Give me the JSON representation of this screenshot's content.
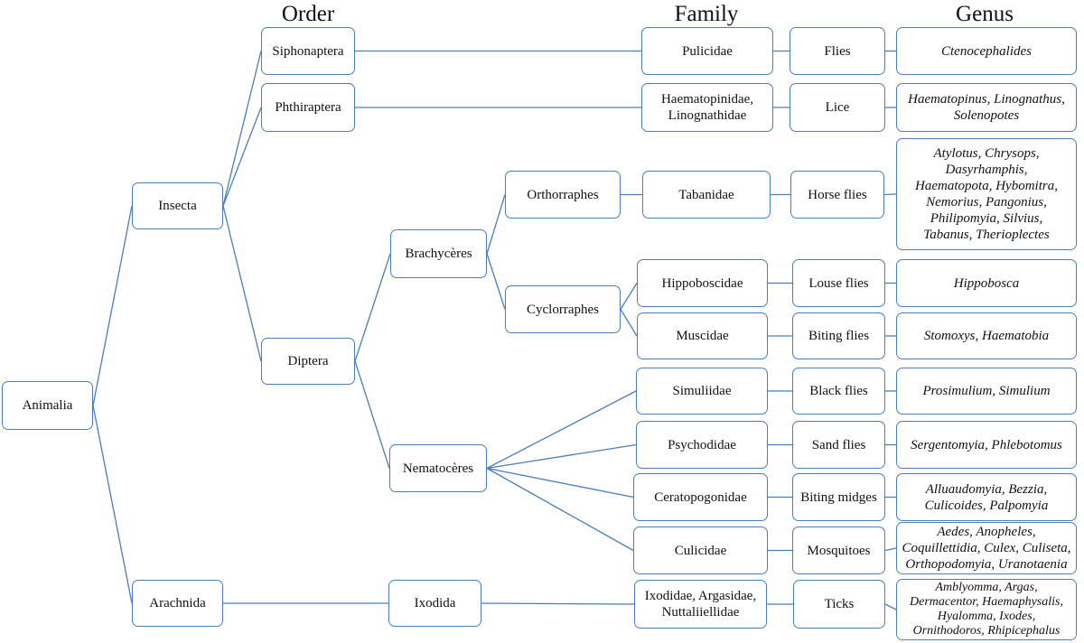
{
  "headers": {
    "order": "Order",
    "family": "Family",
    "genus": "Genus"
  },
  "nodes": {
    "animalia": "Animalia",
    "insecta": "Insecta",
    "arachnida": "Arachnida",
    "siphonaptera": "Siphonaptera",
    "phthiraptera": "Phthiraptera",
    "diptera": "Diptera",
    "ixodida": "Ixodida",
    "brachyceres": "Brachycères",
    "nematoceres": "Nematocères",
    "orthorraphes": "Orthorraphes",
    "cyclorraphes": "Cyclorraphes",
    "pulicidae": "Pulicidae",
    "haematopinidae": "Haematopinidae,\nLinognathidae",
    "tabanidae": "Tabanidae",
    "hippoboscidae": "Hippoboscidae",
    "muscidae": "Muscidae",
    "simuliidae": "Simuliidae",
    "psychodidae": "Psychodidae",
    "ceratopogonidae": "Ceratopogonidae",
    "culicidae": "Culicidae",
    "ixodidae": "Ixodidae, Argasidae,\nNuttaliiellidae",
    "flies": "Flies",
    "lice": "Lice",
    "horse_flies": "Horse flies",
    "louse_flies": "Louse flies",
    "biting_flies": "Biting flies",
    "black_flies": "Black flies",
    "sand_flies": "Sand flies",
    "biting_midges": "Biting midges",
    "mosquitoes": "Mosquitoes",
    "ticks": "Ticks",
    "genus_flies": "Ctenocephalides",
    "genus_lice": "Haematopinus, Linognathus,\nSolenopotes",
    "genus_horse_flies": "Atylotus, Chrysops,\nDasyrhamphis,\nHaematopota, Hybomitra,\nNemorius, Pangonius,\nPhilipomyia, Silvius,\nTabanus, Therioplectes",
    "genus_louse_flies": "Hippobosca",
    "genus_biting_flies": "Stomoxys, Haematobia",
    "genus_black_flies": "Prosimulium, Simulium",
    "genus_sand_flies": "Sergentomyia, Phlebotomus",
    "genus_biting_midges": "Alluaudomyia, Bezzia,\nCulicoides, Palpomyia",
    "genus_mosquitoes": "Aedes, Anopheles,\nCoquillettidia, Culex, Culiseta,\nOrthopodomyia, Uranotaenia",
    "genus_ticks": "Amblyomma, Argas,\nDermacentor, Haemaphysalis,\nHyalomma, Ixodes,\nOrnithodoros, Rhipicephalus"
  },
  "colors": {
    "line": "#4a7ebb",
    "border": "#4a7ebb"
  }
}
